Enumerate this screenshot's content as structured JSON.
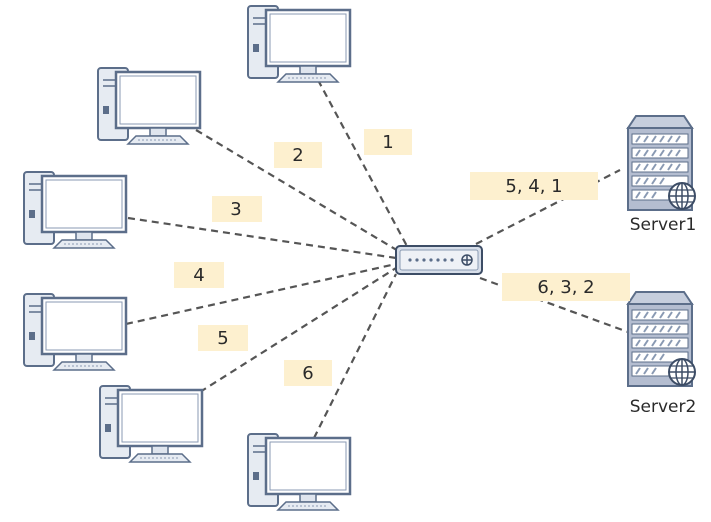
{
  "diagram": {
    "clients": [
      {
        "id": "pc-1",
        "link_label": "1"
      },
      {
        "id": "pc-2",
        "link_label": "2"
      },
      {
        "id": "pc-3",
        "link_label": "3"
      },
      {
        "id": "pc-4",
        "link_label": "4"
      },
      {
        "id": "pc-5",
        "link_label": "5"
      },
      {
        "id": "pc-6",
        "link_label": "6"
      }
    ],
    "servers": [
      {
        "name": "Server1",
        "link_label": "5, 4, 1"
      },
      {
        "name": "Server2",
        "link_label": "6, 3, 2"
      }
    ],
    "colors": {
      "label_fill": "#fdf0cf",
      "line": "#555555",
      "monitor_outline": "#5c6e8a",
      "server_fill": "#b4bdd0"
    }
  }
}
